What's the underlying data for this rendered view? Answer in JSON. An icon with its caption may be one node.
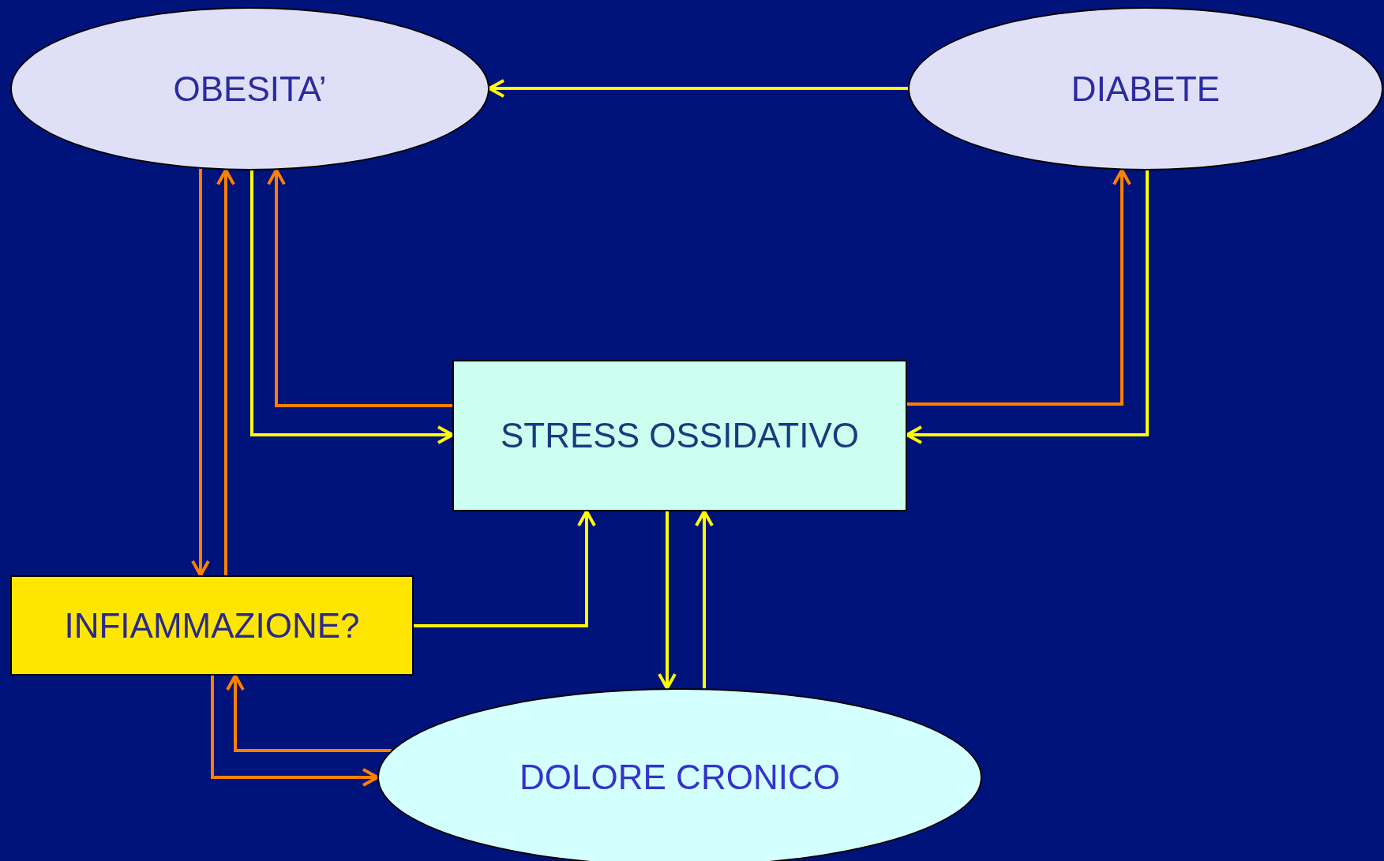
{
  "diagram": {
    "nodes": [
      {
        "text": [
          "OBESITA’"
        ]
      },
      {
        "text": [
          "DIABETE"
        ]
      },
      {
        "text": [
          "STRESS OSSIDATIVO"
        ]
      },
      {
        "text": [
          "INFIAMMAZIONE?"
        ]
      },
      {
        "text": [
          "DOLORE CRONICO"
        ]
      }
    ],
    "edges": [
      {
        "from": 1,
        "to": 0,
        "arrow": "to"
      },
      {
        "from": 0,
        "to": 3,
        "arrow": "to",
        "color": "#ff8000"
      },
      {
        "from": 3,
        "to": 0,
        "arrow": "to",
        "color": "#ff8000"
      },
      {
        "from": 0,
        "to": 2,
        "arrow": "to"
      },
      {
        "from": 2,
        "to": 0,
        "arrow": "to",
        "color": "#ff8000"
      },
      {
        "from": 2,
        "to": 1,
        "arrow": "to",
        "color": "#ff8000"
      },
      {
        "from": 1,
        "to": 2,
        "arrow": "to"
      },
      {
        "from": 3,
        "to": 2,
        "arrow": "to"
      },
      {
        "from": 2,
        "to": 4,
        "arrow": "to"
      },
      {
        "from": 4,
        "to": 2,
        "arrow": "to"
      },
      {
        "from": 4,
        "to": 3,
        "arrow": "to",
        "color": "#ff8000"
      },
      {
        "from": 3,
        "to": 4,
        "arrow": "to",
        "color": "#ff8000"
      }
    ]
  }
}
